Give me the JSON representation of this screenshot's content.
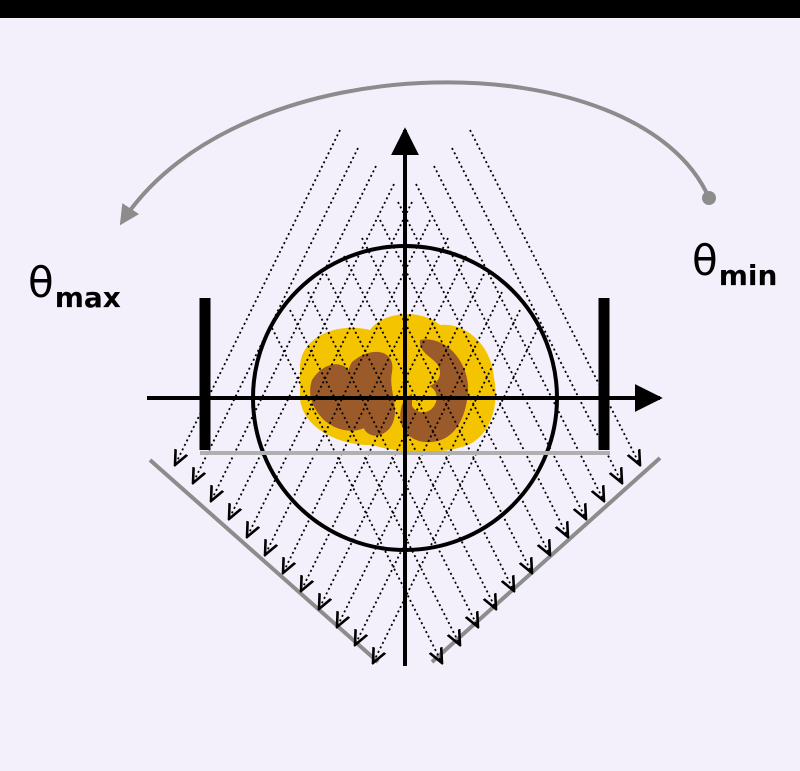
{
  "labels": {
    "theta_max": {
      "symbol": "θ",
      "subscript": "max"
    },
    "theta_min": {
      "symbol": "θ",
      "subscript": "min"
    }
  },
  "colors": {
    "background": "#f3f0fb",
    "top_bar": "#000000",
    "object_outer": "#f5c400",
    "object_inner": "#9b5a2a",
    "rotation_arrow": "#8c8c8c",
    "detector": "#8c8c8c",
    "axes": "#000000",
    "rays": "#000000"
  },
  "icons": {
    "rotation": "curved-arrow-icon",
    "rays": "dotted-arrow-icon"
  }
}
